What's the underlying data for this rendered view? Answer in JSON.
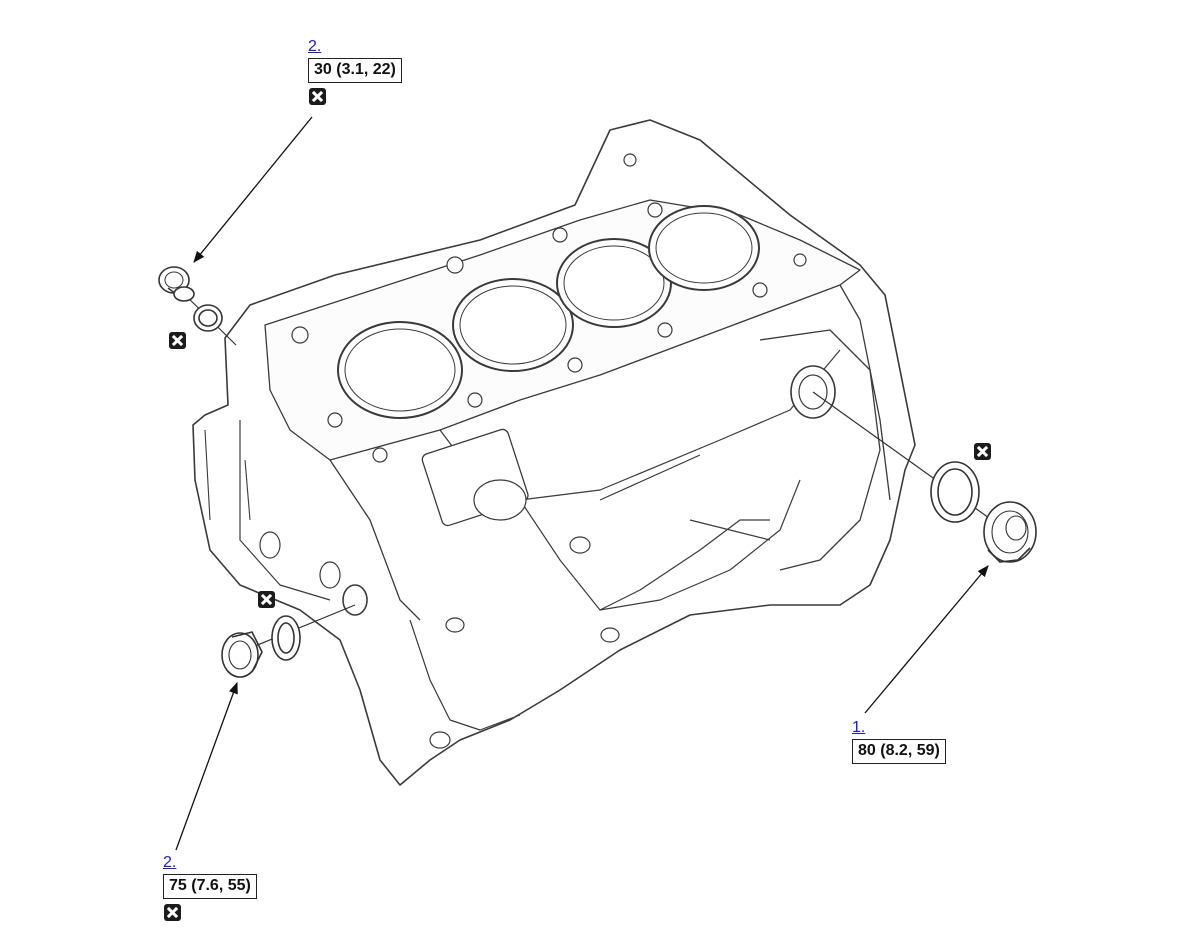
{
  "callouts": [
    {
      "step_link": "2.",
      "torque": "30 (3.1, 22)"
    },
    {
      "step_link": "1.",
      "torque": "80 (8.2, 59)"
    },
    {
      "step_link": "2.",
      "torque": "75 (7.6, 55)"
    }
  ],
  "icons": {
    "replace_part": "replace-part-icon"
  }
}
